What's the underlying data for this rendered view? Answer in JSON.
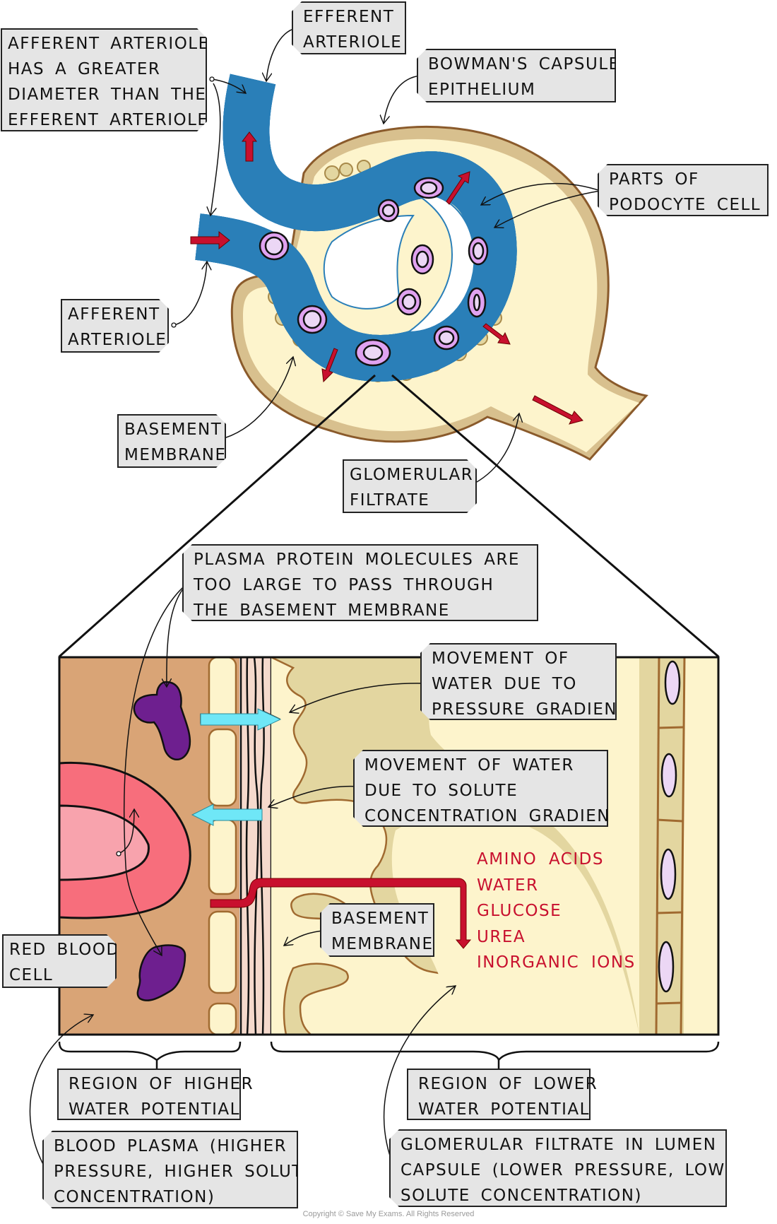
{
  "title": "Ultrafiltration in the Bowman's capsule",
  "labels": {
    "afferent_diameter": [
      "AFFERENT ARTERIOLE",
      "HAS A GREATER",
      "DIAMETER THAN THE",
      "EFFERENT ARTERIOLE"
    ],
    "efferent_arteriole": [
      "EFFERENT",
      "ARTERIOLE"
    ],
    "bowmans_capsule": [
      "BOWMAN'S CAPSULE",
      "EPITHELIUM"
    ],
    "podocyte": [
      "PARTS OF",
      "PODOCYTE CELL"
    ],
    "afferent_arteriole": [
      "AFFERENT",
      "ARTERIOLE"
    ],
    "basement_membrane_top": [
      "BASEMENT",
      "MEMBRANE"
    ],
    "glomerular_filtrate": [
      "GLOMERULAR",
      "FILTRATE"
    ],
    "plasma_protein": [
      "PLASMA PROTEIN MOLECULES ARE",
      "TOO LARGE TO PASS THROUGH",
      "THE BASEMENT MEMBRANE"
    ],
    "water_pressure": [
      "MOVEMENT OF",
      "WATER DUE TO",
      "PRESSURE GRADIENT"
    ],
    "water_solute": [
      "MOVEMENT OF WATER",
      "DUE TO SOLUTE",
      "CONCENTRATION GRADIENT"
    ],
    "basement_membrane_bottom": [
      "BASEMENT",
      "MEMBRANE"
    ],
    "red_blood_cell": [
      "RED BLOOD",
      "CELL"
    ],
    "higher_wp": [
      "REGION OF HIGHER",
      "WATER POTENTIAL"
    ],
    "lower_wp": [
      "REGION OF LOWER",
      "WATER POTENTIAL"
    ],
    "blood_plasma": [
      "BLOOD PLASMA (HIGHER",
      "PRESSURE, HIGHER SOLUTE",
      "CONCENTRATION)"
    ],
    "filtrate_lumen": [
      "GLOMERULAR FILTRATE IN LUMEN OF",
      "CAPSULE (LOWER PRESSURE, LOWER",
      "SOLUTE CONCENTRATION)"
    ]
  },
  "filtrate_substances": [
    "AMINO ACIDS",
    "WATER",
    "GLUCOSE",
    "UREA",
    "INORGANIC IONS"
  ],
  "copyright": "Copyright © Save My Exams. All Rights Reserved",
  "colors": {
    "blood_vessel": "#ecc3a3",
    "vessel_red_line": "#c8102e",
    "vessel_blue_line": "#2a7fb8",
    "capsule_wall": "#d8c08e",
    "capsule_outline": "#8a5a2b",
    "filtrate_yellow": "#fdf4cc",
    "podocyte": "#e3d6a0",
    "rbc_fill": "#e0a2f0",
    "rbc_inner": "#ecd7f5",
    "plasma_brown": "#d9a476",
    "membrane_pink": "#f5d9cc",
    "protein_purple": "#6e1f8f",
    "rbc_large_outer": "#f76e7c",
    "rbc_large_inner": "#f8a3ad",
    "water_arrow_cyan": "#6fe7f7",
    "flow_arrow_red": "#c8102e",
    "label_bg": "#e5e5e5"
  }
}
